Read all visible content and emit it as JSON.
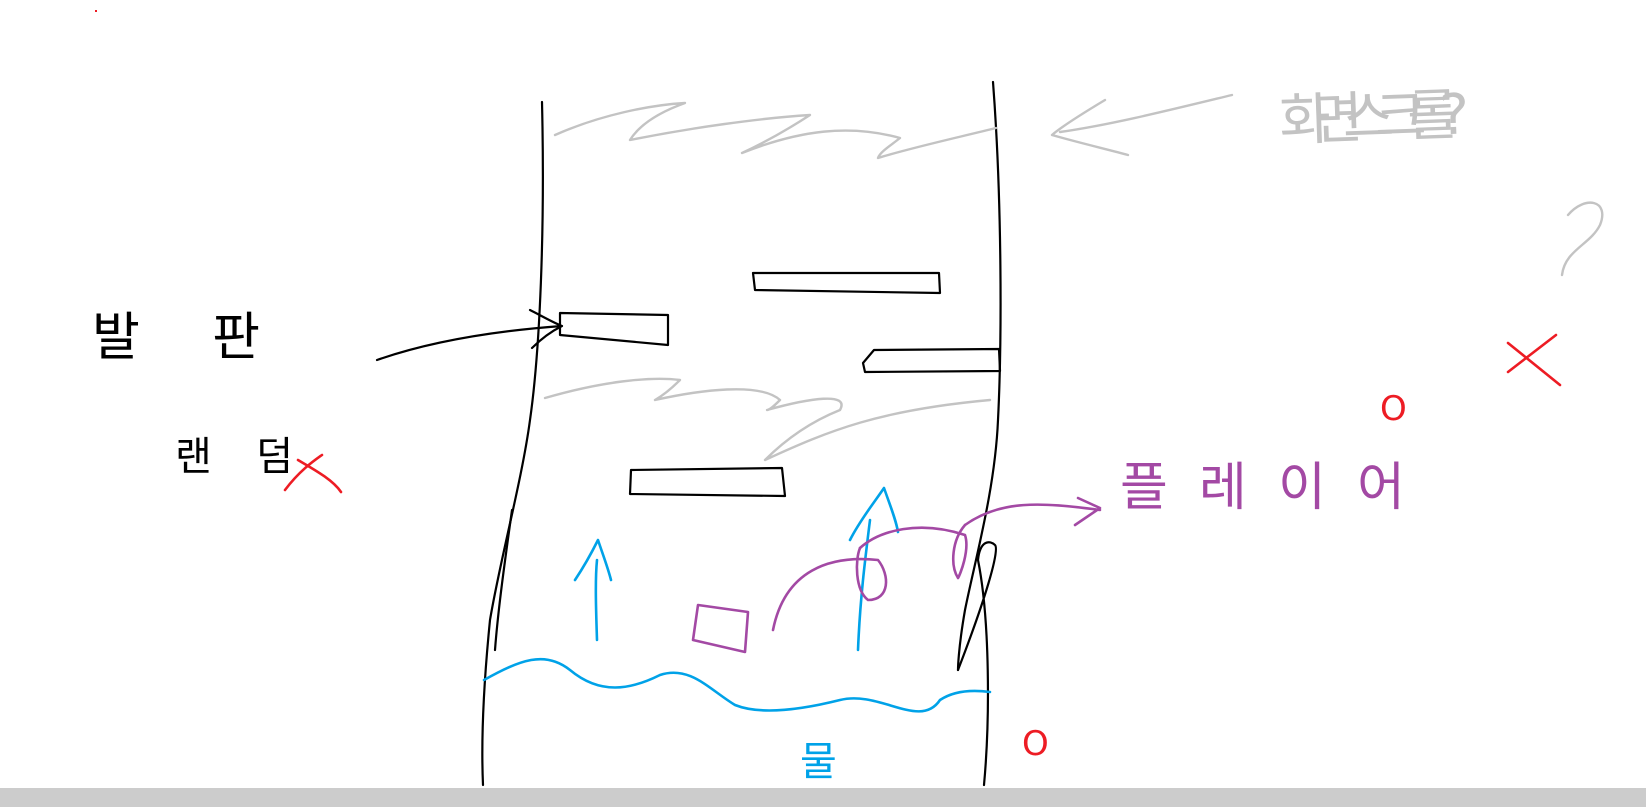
{
  "labels": {
    "screen_scroll": "화면 스크롤?",
    "platform": "발판",
    "random": "랜덤",
    "player": "플레이어",
    "water": "물"
  },
  "marks": {
    "no": "X",
    "yes": "O"
  },
  "colors": {
    "ink": "#000000",
    "scroll_gray": "#c3c3c3",
    "mark_red": "#ed1c24",
    "player_purple": "#a349a4",
    "water_blue": "#00a2e8",
    "scrollbar": "#d2d2d2"
  }
}
